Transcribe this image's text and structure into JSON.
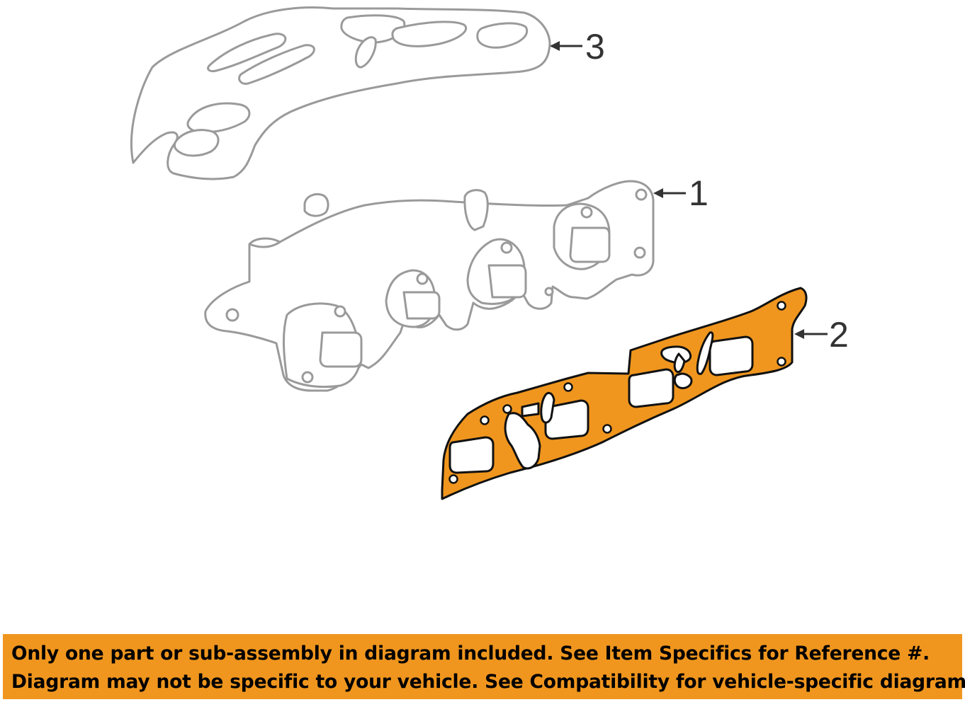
{
  "colors": {
    "gasket_fill": "#f0961e",
    "outline_main": "#111111",
    "outline_faded": "#9a9a9a",
    "banner_bg": "#f0961e",
    "banner_text": "#000000"
  },
  "callouts": [
    {
      "id": "3",
      "text": "3",
      "part": "heat-shield"
    },
    {
      "id": "1",
      "text": "1",
      "part": "exhaust-manifold"
    },
    {
      "id": "2",
      "text": "2",
      "part": "manifold-gasket"
    }
  ],
  "notice": {
    "line1": "Only one part or sub-assembly in diagram included. See Item Specifics for Reference #.",
    "line2": "Diagram may not be specific to your vehicle. See Compatibility for vehicle-specific diagrams."
  }
}
